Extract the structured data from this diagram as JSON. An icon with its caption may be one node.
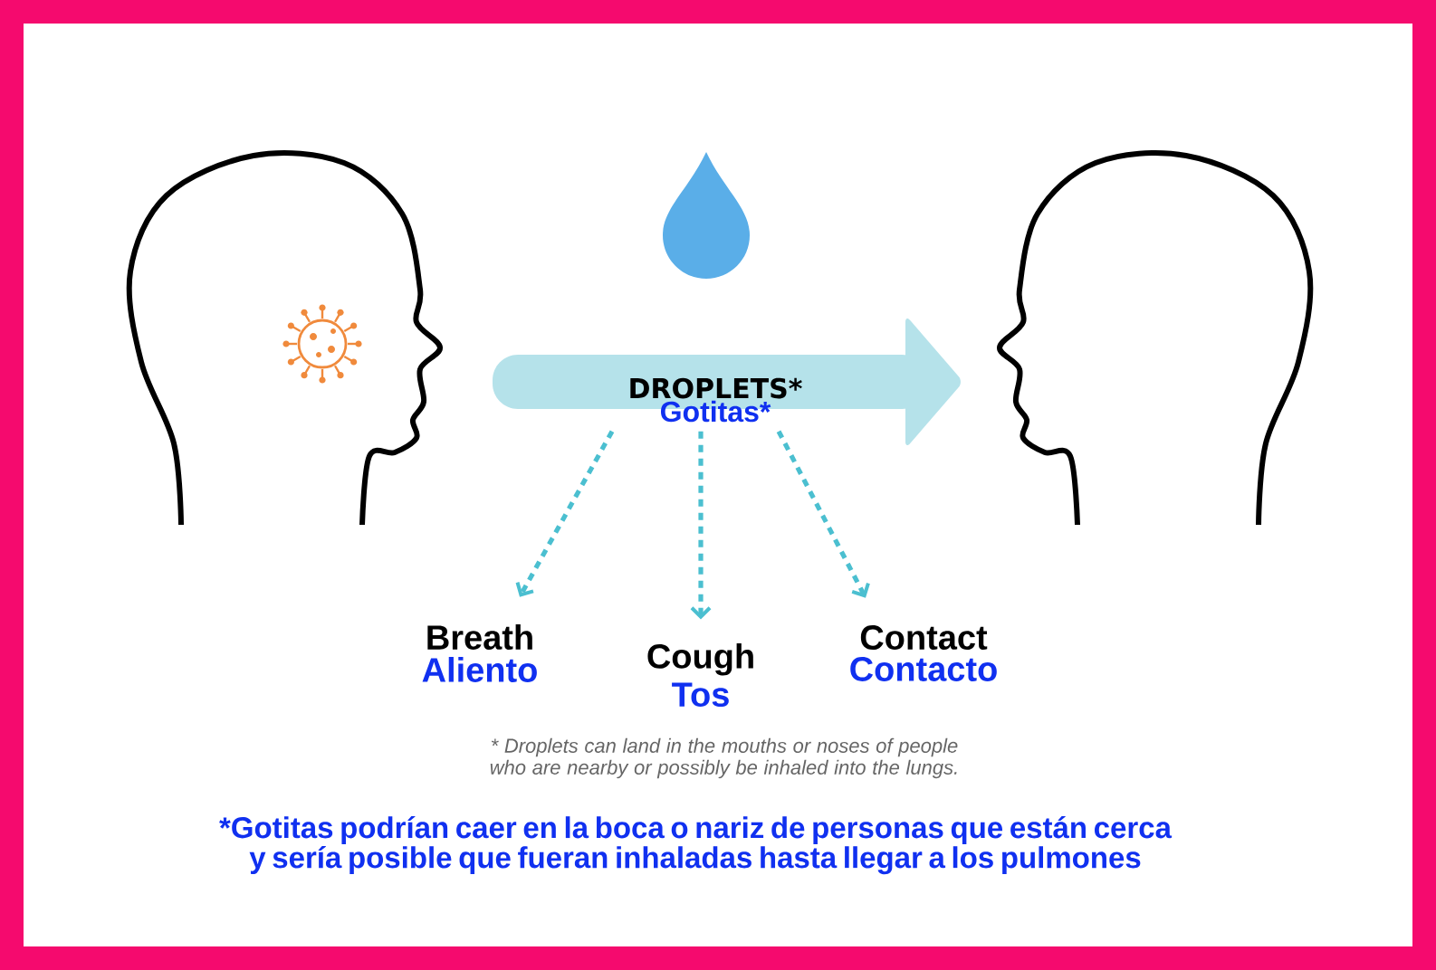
{
  "diagram": {
    "nodes": [
      {
        "text": [
          "DROPLETS*",
          "Gotitas*"
        ]
      },
      {
        "text": [
          "Breath",
          "Aliento"
        ]
      },
      {
        "text": [
          "Cough",
          "Tos"
        ]
      },
      {
        "text": [
          "Contact",
          "Contacto"
        ]
      }
    ],
    "edges": [
      {
        "from": 0,
        "to": 1,
        "arrow": "to"
      },
      {
        "from": 0,
        "to": 2,
        "arrow": "to"
      },
      {
        "from": 0,
        "to": 3,
        "arrow": "to"
      }
    ],
    "labels": [
      "* Droplets can land in the mouths or noses of people who are nearby or possibly be inhaled into the lungs.",
      "*Gotitas podrían caer en la boca o nariz de personas que están cerca y sería posible que fueran inhaladas hasta llegar a los pulmones"
    ]
  }
}
